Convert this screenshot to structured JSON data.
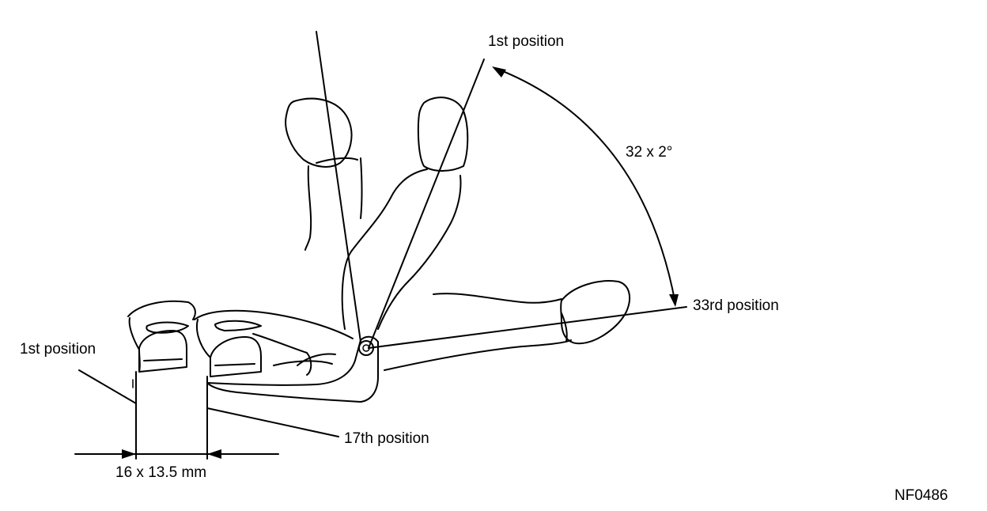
{
  "labels": {
    "backrest_first_position": "1st position",
    "recline_angle": "32 x 2°",
    "backrest_last_position": "33rd position",
    "slide_first_position": "1st position",
    "slide_17th_position": "17th position",
    "slide_dimension": "16 x 13.5 mm",
    "figure_reference": "NF0486"
  }
}
